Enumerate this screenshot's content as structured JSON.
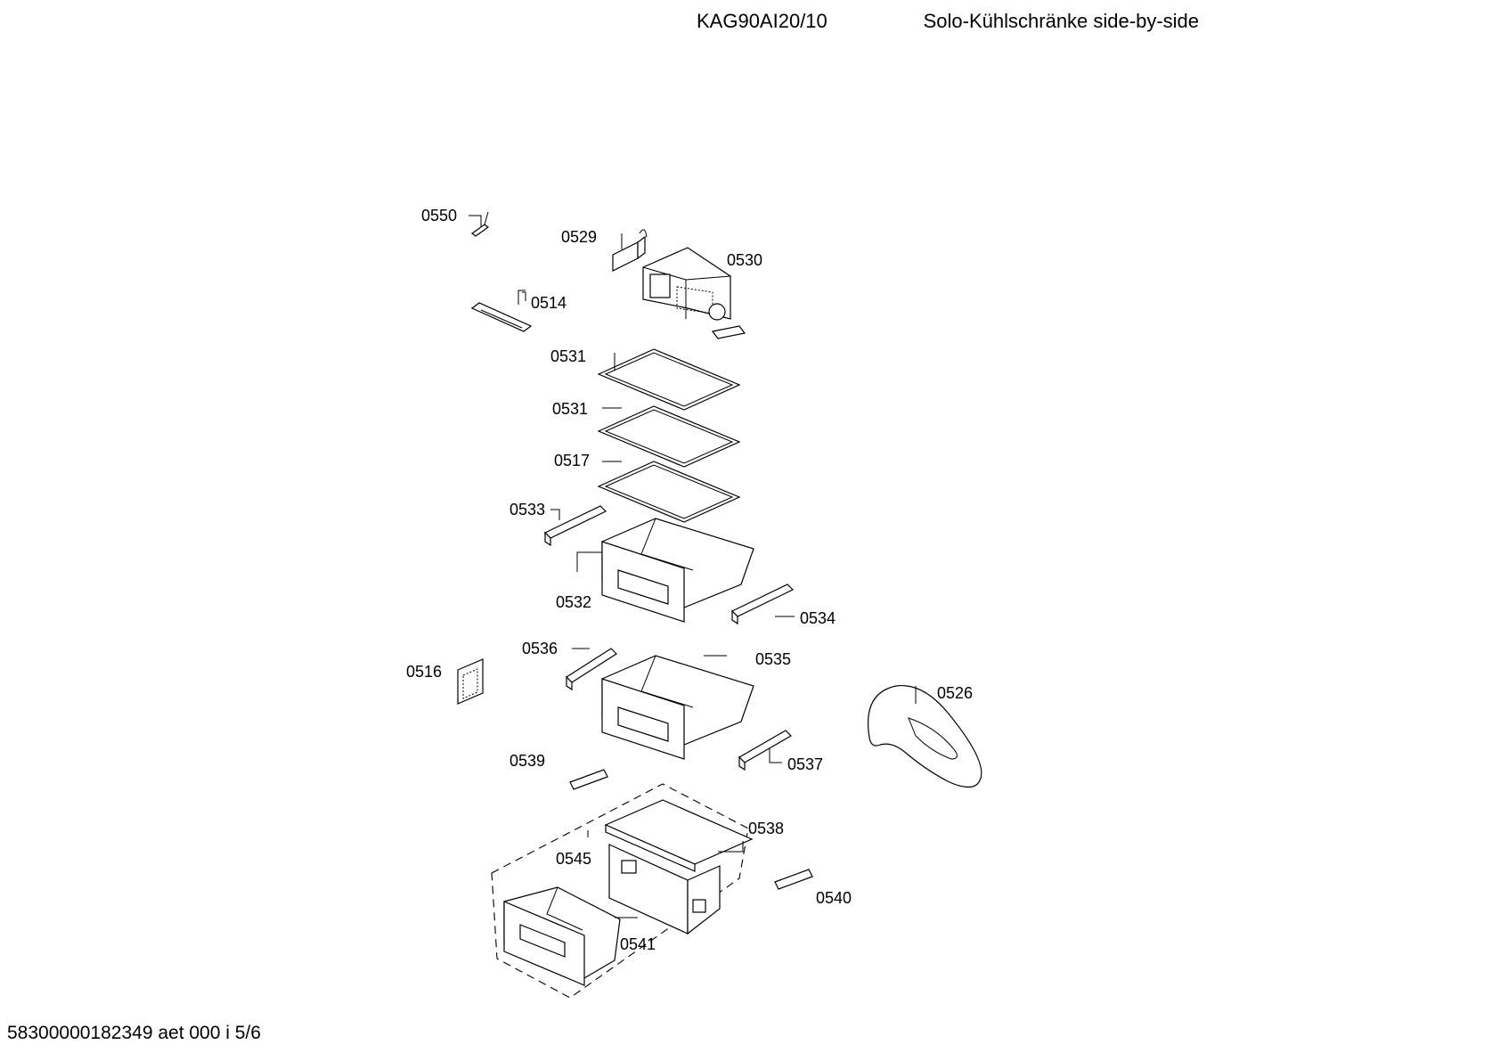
{
  "header": {
    "model": "KAG90AI20/10",
    "title": "Solo-Kühlschränke side-by-side"
  },
  "footer": {
    "doc_id": "58300000182349 aet 000 i 5/6"
  },
  "parts": {
    "p0550": "0550",
    "p0529": "0529",
    "p0530": "0530",
    "p0514": "0514",
    "p0531a": "0531",
    "p0531b": "0531",
    "p0517": "0517",
    "p0533": "0533",
    "p0532": "0532",
    "p0534": "0534",
    "p0536": "0536",
    "p0535": "0535",
    "p0516": "0516",
    "p0526": "0526",
    "p0539": "0539",
    "p0537": "0537",
    "p0538": "0538",
    "p0545": "0545",
    "p0540": "0540",
    "p0541": "0541"
  }
}
